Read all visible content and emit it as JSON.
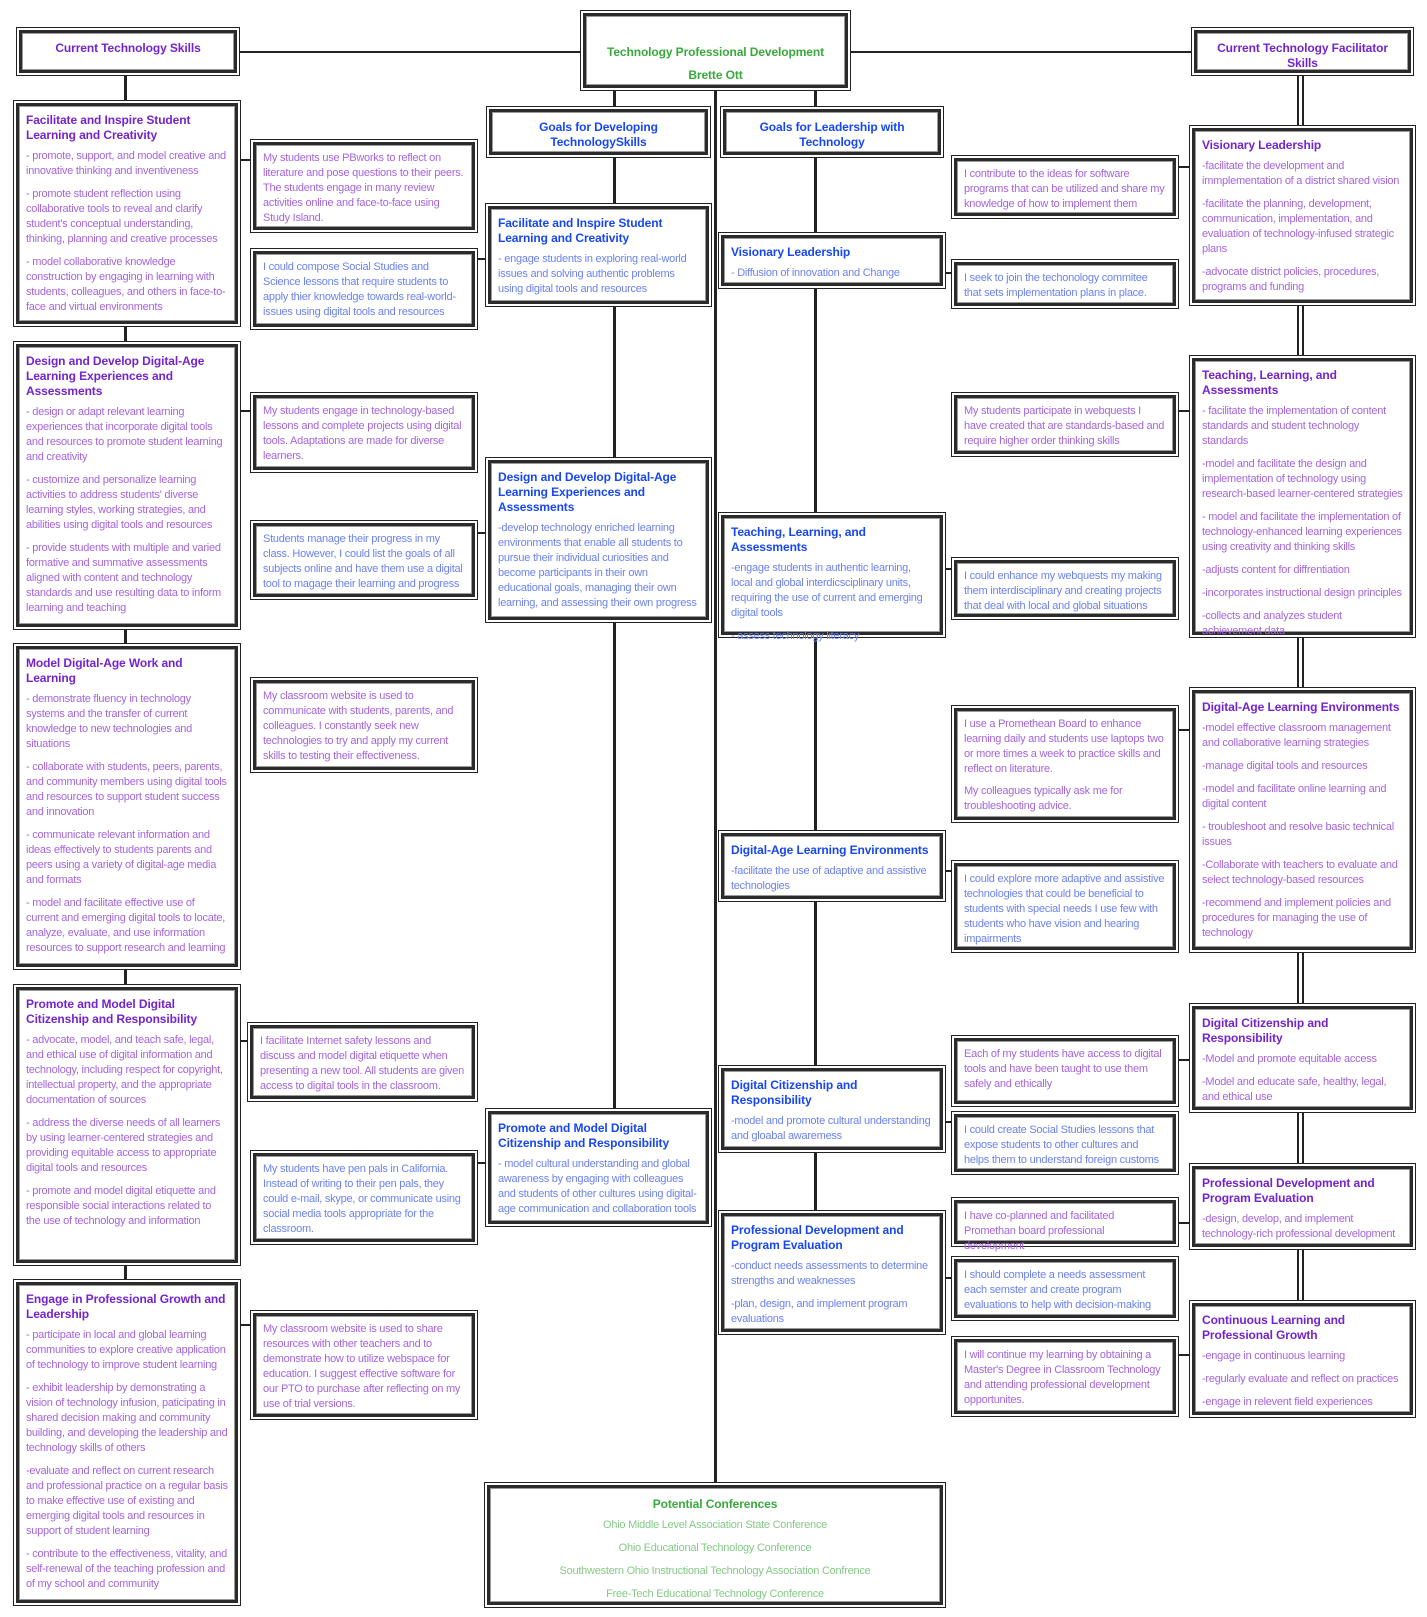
{
  "header": {
    "title": "Technology Professional Development",
    "author": "Brette Ott"
  },
  "colors": {
    "purple_heading": "#7424cf",
    "purple_text": "#a465de",
    "blue_heading": "#1747f2",
    "blue_text": "#6b82f2",
    "green_heading": "#38a93a",
    "green_text": "#86c987"
  },
  "current_technology_skills": {
    "title": "Current Technology Skills",
    "standards": [
      {
        "title": "Facilitate and Inspire Student Learning and Creativity",
        "bullets": [
          "- promote, support, and model creative and innovative thinking and inventiveness",
          "- promote student reflection using collaborative tools to reveal and clarify student's conceptual understanding, thinking, planning and creative processes",
          "- model collaborative knowledge construction by engaging in learning with students, colleagues, and others in face-to-face and virtual environments"
        ]
      },
      {
        "title": "Design and Develop Digital-Age Learning Experiences and Assessments",
        "bullets": [
          "- design or adapt relevant learning experiences that incorporate digital tools and resources to promote student learning and creativity",
          "- customize and personalize learning activities to address students' diverse learning styles,  working strategies, and abilities using digital tools and resources",
          "- provide students with multiple and varied formative and summative assessments aligned with content and technology standards and use resulting data to inform learning and teaching"
        ]
      },
      {
        "title": "Model Digital-Age Work and Learning",
        "bullets": [
          "- demonstrate fluency in technology systems and the transfer of current knowledge to new technologies and situations",
          "- collaborate with students, peers, parents, and community members using digital tools and resources to support student success and innovation",
          "- communicate relevant information and ideas effectively to students parents and peers using a variety of digital-age media and formats",
          "- model and facilitate effective use of current and emerging digital tools to locate, analyze, evaluate, and use information resources to support research and learning"
        ]
      },
      {
        "title": "Promote and Model Digital Citizenship and Responsibility",
        "bullets": [
          "- advocate, model, and teach safe, legal, and ethical use of digital information and technology, including respect for copyright, intellectual property, and the appropriate documentation of sources",
          "- address the diverse needs of all learners by using learner-centered strategies and providing equitable access to appropriate digital tools and resources",
          "- promote and model digital etiquette and responsible social interactions related to the use of technology and information"
        ]
      },
      {
        "title": "Engage in Professional Growth and Leadership",
        "bullets": [
          "- participate in local and global learning communities to explore creative application of technology to improve student learning",
          "- exhibit leadership by demonstrating a vision of technology infusion, paticipating in shared decision making and community building, and developing the leadership and technology skills of others",
          "-evaluate and reflect on current research and professional practice on a regular basis to make effective use of existing and emerging digital tools and resources in support of student learning",
          "- contribute to the effectiveness, vitality, and self-renewal of the teaching profession and of my school and community"
        ]
      }
    ]
  },
  "skill_reflections": [
    {
      "tone": "purple",
      "paragraphs": [
        "My students use PBworks to reflect on literature and pose questions to their peers. The students engage in many review activities online and face-to-face using Study Island."
      ]
    },
    {
      "tone": "blue",
      "paragraphs": [
        "I could compose Social Studies and Science lessons that require students to apply thier knowledge towards real-world-issues using digital tools and resources"
      ]
    },
    {
      "tone": "purple",
      "paragraphs": [
        "My students engage in  technology-based lessons and complete projects using digital tools. Adaptations are made for diverse learners."
      ]
    },
    {
      "tone": "blue",
      "paragraphs": [
        "Students manage their progress in my class. However, I could list the goals of all subjects online and have them use a digital tool to magage their learning and progress"
      ]
    },
    {
      "tone": "purple",
      "paragraphs": [
        "My classroom website is used to communicate with students, parents, and colleagues. I constantly seek new technologies to try and apply my current skills to testing their effectiveness."
      ]
    },
    {
      "tone": "purple",
      "paragraphs": [
        "I facilitate Internet safety lessons and discuss and model digital etiquette when presenting a new tool. All students are given access to digital tools in the classroom."
      ]
    },
    {
      "tone": "blue",
      "paragraphs": [
        "My students have pen pals in California. Instead of writing to their pen pals, they could e-mail, skype, or communicate using social media tools appropriate for the classroom."
      ]
    },
    {
      "tone": "purple",
      "paragraphs": [
        "My classroom website is used to share resources with other teachers and to demonstrate how to utilize webspace for education. I suggest effective software for our PTO to purchase after reflecting on my use of trial versions."
      ]
    }
  ],
  "goals_developing": {
    "title": "Goals for Developing TechnologySkills",
    "standards": [
      {
        "title": "Facilitate and Inspire Student Learning and Creativity",
        "bullets": [
          "- engage students in exploring real-world issues and solving authentic problems using digital tools and resources"
        ]
      },
      {
        "title": "Design and Develop Digital-Age Learning Experiences and Assessments",
        "bullets": [
          "-develop technology enriched learning environments that enable all students to pursue their individual curiosities and become participants in their own educational goals, managing their own learning, and assessing their own progress"
        ]
      },
      {
        "title": "Promote and Model Digital Citizenship and Responsibility",
        "bullets": [
          "- model cultural understanding and global awareness by engaging with colleagues and students of other cultures using digital-age communication and collaboration tools"
        ]
      }
    ]
  },
  "goals_leadership": {
    "title": "Goals for Leadership with Technology",
    "standards": [
      {
        "title": "Visionary Leadership",
        "bullets": [
          "- Diffusion of innovation and Change"
        ]
      },
      {
        "title": "Teaching, Learning, and Assessments",
        "bullets": [
          "-engage students in authentic learning, local and global interdicsciplinary units, requiring the use of current and emerging digital tools",
          "- assess technology literacy"
        ]
      },
      {
        "title": "Digital-Age Learning Environments",
        "bullets": [
          "-facilitate the use of adaptive and assistive technologies"
        ]
      },
      {
        "title": "Digital Citizenship and Responsibility",
        "bullets": [
          "-model and promote cultural understanding and gloabal awaremess"
        ]
      },
      {
        "title": "Professional Development and Program Evaluation",
        "bullets": [
          "-conduct needs assessments to determine strengths and weaknesses",
          "-plan, design, and implement program evaluations"
        ]
      }
    ]
  },
  "leadership_reflections": [
    {
      "tone": "purple",
      "paragraphs": [
        "I contribute to the ideas for software programs that can be utilized and share my knowledge of how to implement them"
      ]
    },
    {
      "tone": "blue",
      "paragraphs": [
        "I seek to join the techonology commitee that sets implementation plans in place."
      ]
    },
    {
      "tone": "purple",
      "paragraphs": [
        "My students participate in webquests I have created that are standards-based and require higher order thinking skills"
      ]
    },
    {
      "tone": "blue",
      "paragraphs": [
        "I could enhance my webquests my making them interdisciplinary and creating projects that deal with local and global situations"
      ]
    },
    {
      "tone": "purple",
      "paragraphs": [
        "I use a Promethean Board to enhance learning daily and students use laptops two or more times a week to practice skills and reflect on literature.",
        "My colleagues typically ask me for troubleshooting advice."
      ]
    },
    {
      "tone": "blue",
      "paragraphs": [
        "I could explore more adaptive and assistive technologies that could be beneficial to students with special needs I use few with students who have vision and hearing impairments"
      ]
    },
    {
      "tone": "purple",
      "paragraphs": [
        "Each of my students have access to digital tools and have been taught to use them safely and ethically"
      ]
    },
    {
      "tone": "blue",
      "paragraphs": [
        "I could create Social Studies lessons that expose students to other cultures and helps them to understand foreign customs"
      ]
    },
    {
      "tone": "purple",
      "paragraphs": [
        "I have co-planned and facilitated Promethan board professional development"
      ]
    },
    {
      "tone": "blue",
      "paragraphs": [
        "I should complete a needs assessment each semster and create program evaluations to help with decision-making"
      ]
    },
    {
      "tone": "purple",
      "paragraphs": [
        "I will continue my learning by obtaining a Master's Degree in Classroom Technology and attending professional development opportunites."
      ]
    }
  ],
  "facilitator_skills": {
    "title": "Current Technology Facilitator Skills",
    "standards": [
      {
        "title": "Visionary Leadership",
        "bullets": [
          "-facilitate the development and immplementation of a district shared vision",
          "-facilitate the planning, development, communication, implementation, and evaluation of technology-infused strategic plans",
          "-advocate district policies, procedures, programs and funding"
        ]
      },
      {
        "title": "Teaching, Learning, and Assessments",
        "bullets": [
          "- facilitate the implementation of content standards and student technology standards",
          "-model and facilitate the design and implementation of technology using research-based learner-centered strategies",
          "- model and facilitate the implementation of technology-enhanced learning experiences using creativity and thinking skills",
          "-adjusts content for diffrentiation",
          "-incorporates instructional design principles",
          "-collects and analyzes student achievement data"
        ]
      },
      {
        "title": "Digital-Age Learning Environments",
        "bullets": [
          "-model effective classroom management and collaborative learning strategies",
          "-manage digital tools and resources",
          "-model and facilitate online learning and digital content",
          "- troubleshoot and resolve basic technical issues",
          "-Collaborate with teachers to evaluate and select technology-based resources",
          "-recommend and implement policies and procedures for managing the use of technology"
        ]
      },
      {
        "title": "Digital Citizenship and Responsibility",
        "bullets": [
          "-Model and promote equitable access",
          "-Model and educate safe, healthy, legal, and ethical use"
        ]
      },
      {
        "title": "Professional Development and Program Evaluation",
        "bullets": [
          "-design, develop, and implement technology-rich professional development"
        ]
      },
      {
        "title": "Continuous Learning and Professional Growth",
        "bullets": [
          "-engage in continuous learning",
          "-regularly evaluate and reflect on practices",
          "-engage in relevent field experiences"
        ]
      }
    ]
  },
  "conferences": {
    "title": "Potential Conferences",
    "items": [
      "Ohio Middle Level Association State Conference",
      "Ohio Educational Technology Conference",
      "Southwestern Ohio Instructional Technology Association Confrence",
      "Free-Tech Educational Technology Conference"
    ]
  }
}
